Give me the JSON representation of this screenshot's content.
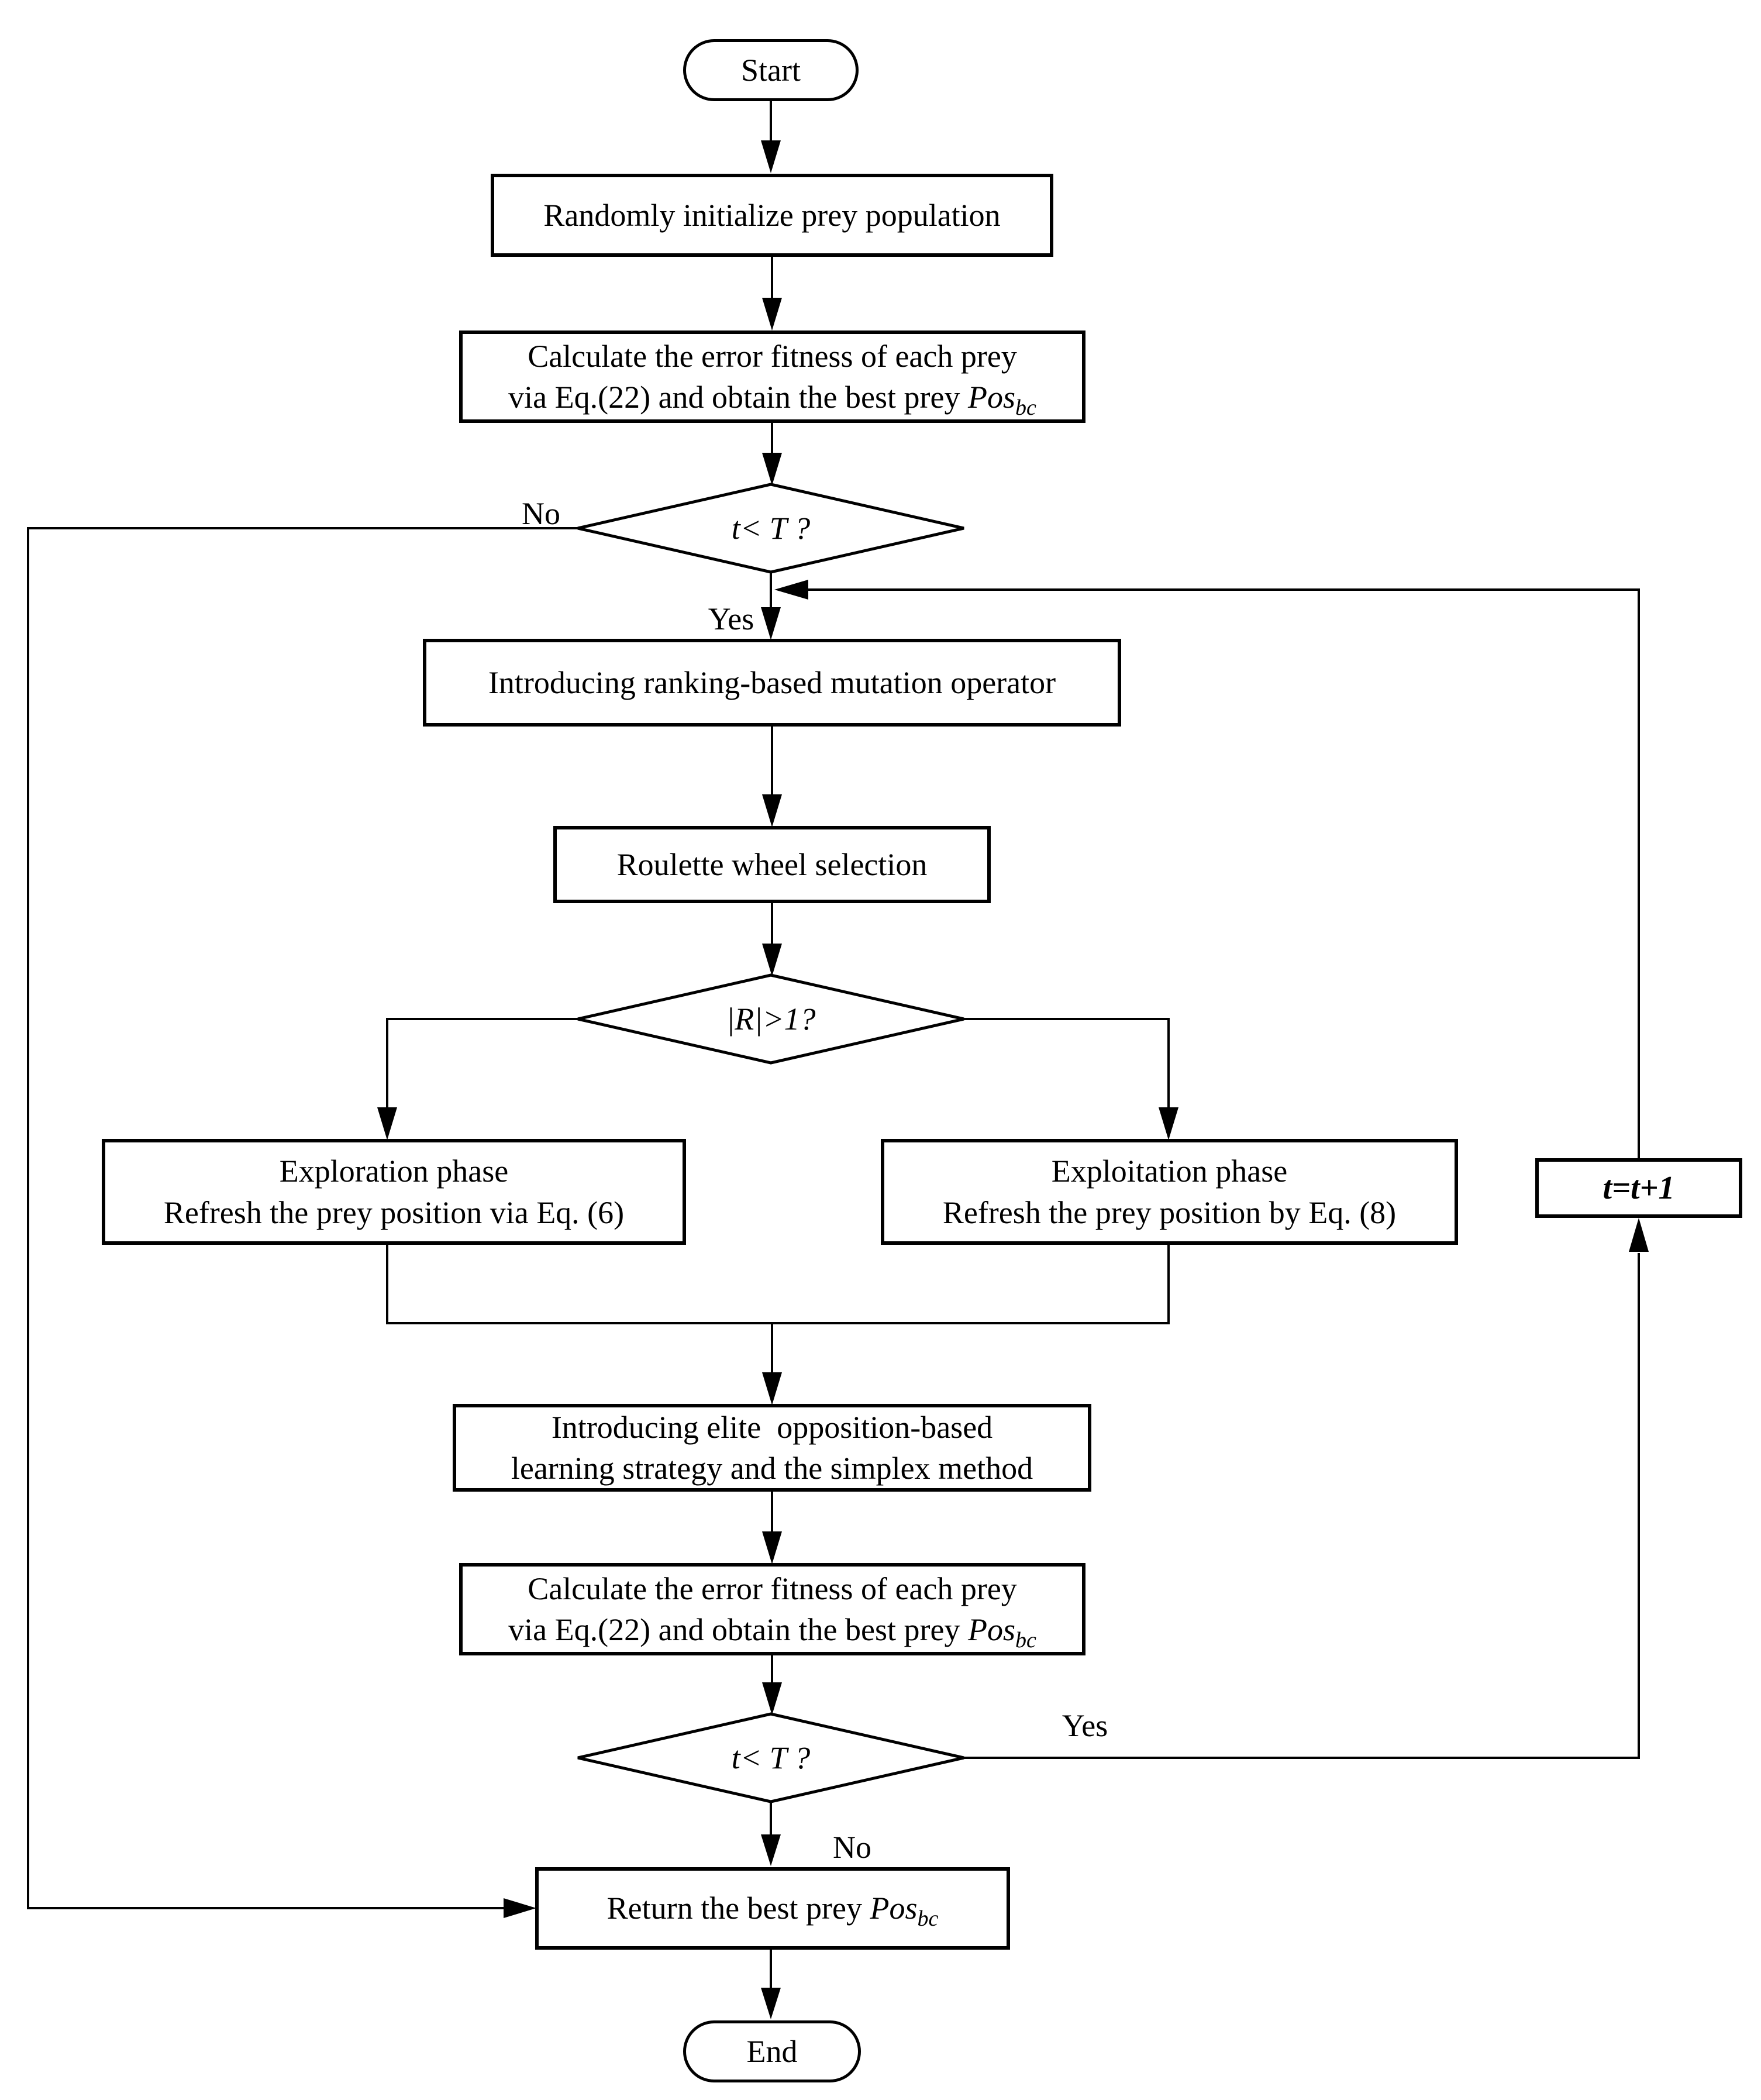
{
  "figure": {
    "type": "flowchart",
    "colors": {
      "stroke": "#000000",
      "background": "#ffffff",
      "text": "#000000"
    },
    "nodes": {
      "start": "Start",
      "init": "Randomly initialize prey population",
      "calc": {
        "line1": "Calculate the error fitness of each prey",
        "line2": "via Eq.(22) and obtain the best prey ",
        "pos": "Pos",
        "sub": "bc"
      },
      "decision1": "t< T ?",
      "mutation": "Introducing ranking-based mutation operator",
      "roulette": "Roulette wheel selection",
      "decision2": "|R|>1?",
      "exploration": {
        "line1": "Exploration phase",
        "line2": "Refresh the prey position via Eq. (6)"
      },
      "exploitation": {
        "line1": "Exploitation phase",
        "line2": "Refresh the prey position by Eq. (8)"
      },
      "elite": {
        "line1": "Introducing elite  opposition-based",
        "line2": "learning strategy and the simplex method"
      },
      "increment": "t=t+1",
      "decision3": "t< T ?",
      "return": {
        "line1": "Return the best prey ",
        "pos": "Pos",
        "sub": "bc"
      },
      "end": "End"
    },
    "labels": {
      "no_top": "No",
      "yes_top": "Yes",
      "yes_bottom": "Yes",
      "no_bottom": "No"
    }
  }
}
